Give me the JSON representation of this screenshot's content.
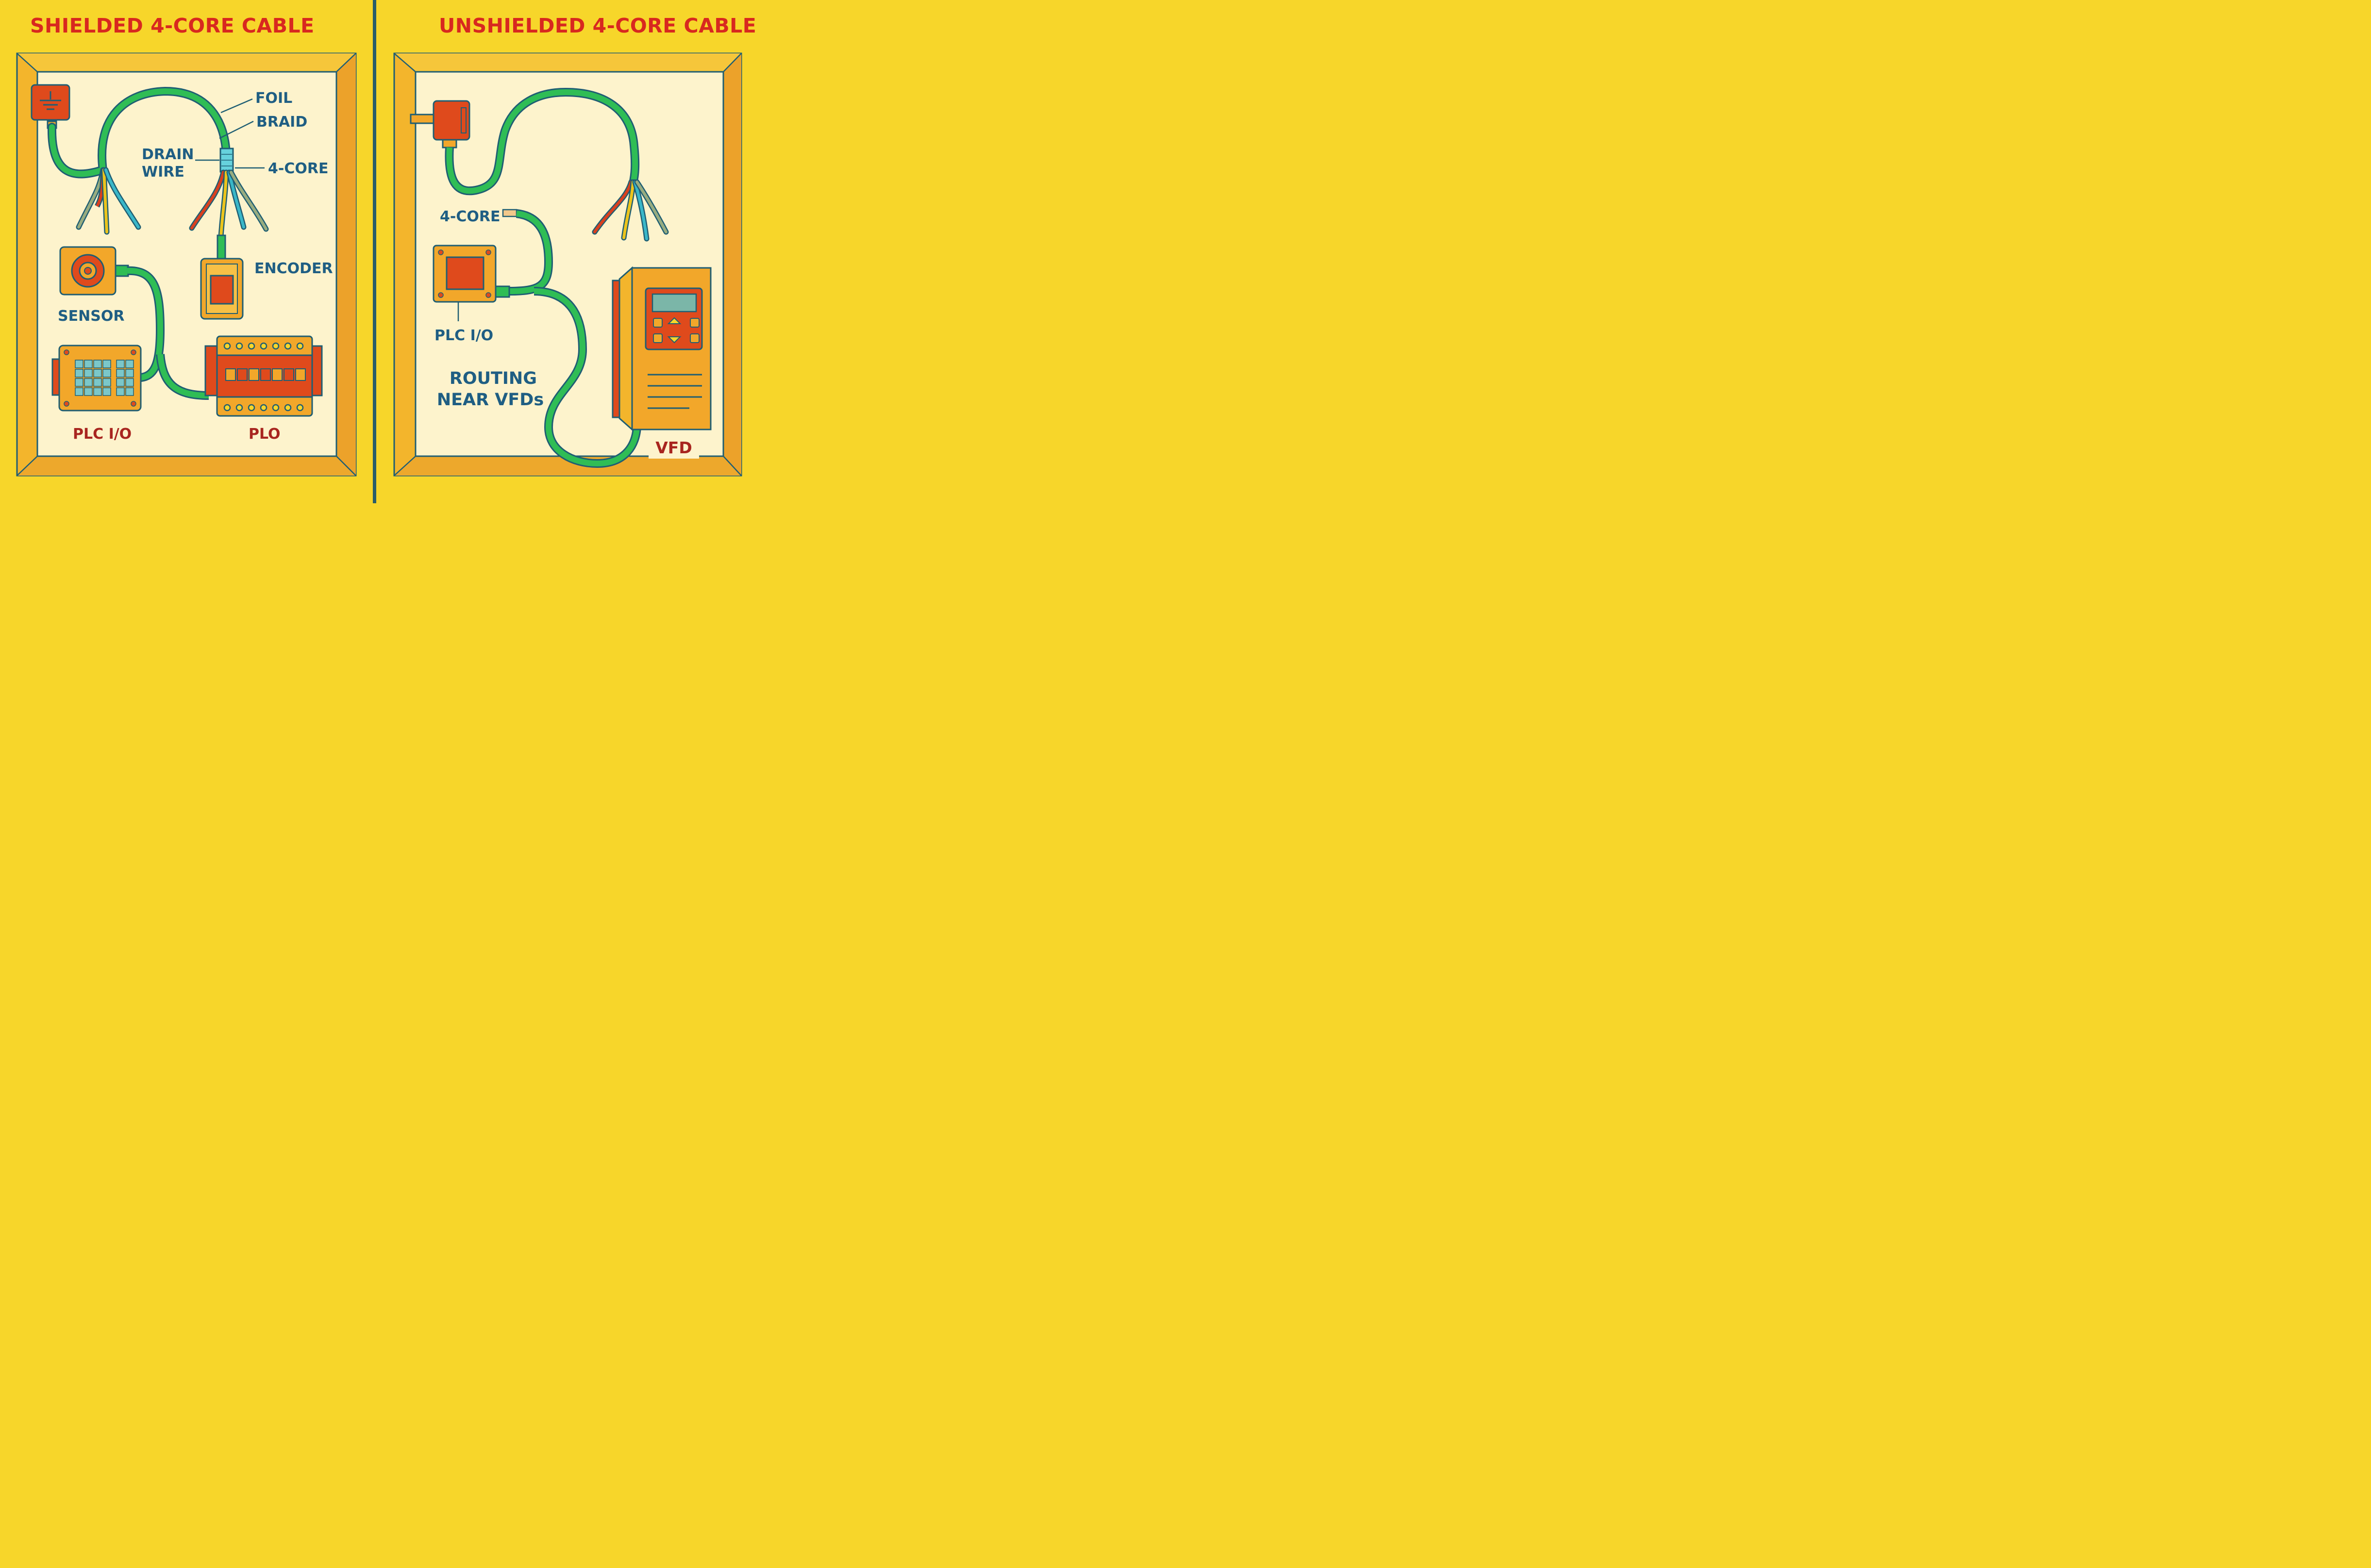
{
  "colors": {
    "background": "#f7d62a",
    "frame": "#f3b52c",
    "inner_panel": "#fdf3cc",
    "outline": "#1f5e73",
    "cable": "#2fbd55",
    "title_red": "#d8281f",
    "label_blue": "#1f5e83",
    "label_red": "#a8251f",
    "device_orange": "#f2a72a",
    "device_red": "#df4a1c",
    "core_red": "#d8401f",
    "core_yellow": "#ecc41c",
    "core_cyan": "#3ab7c8",
    "core_grey": "#98ac80",
    "shield_cyan": "#66d2dc"
  },
  "left_panel": {
    "title": "SHIELDED 4-CORE CABLE",
    "labels": {
      "foil": "FOIL",
      "braid": "BRAID",
      "drain_line1": "DRAIN",
      "drain_line2": "WIRE",
      "four_core": "4-CORE",
      "encoder": "ENCODER",
      "sensor": "SENSOR",
      "plc_io": "PLC I/O",
      "plo": "PLO"
    }
  },
  "right_panel": {
    "title": "UNSHIELDED 4-CORE CABLE",
    "labels": {
      "four_core": "4-CORE",
      "plc_io": "PLC I/O",
      "routing_line1": "ROUTING",
      "routing_line2": "NEAR VFDs",
      "vfd": "VFD"
    }
  },
  "icons": {
    "ground_terminal": "ground-icon",
    "connector": "connector-icon",
    "sensor": "target-icon",
    "encoder": "encoder-icon",
    "plc_module": "plc-icon",
    "terminal_block": "terminal-block-icon",
    "vfd_drive": "vfd-icon"
  }
}
